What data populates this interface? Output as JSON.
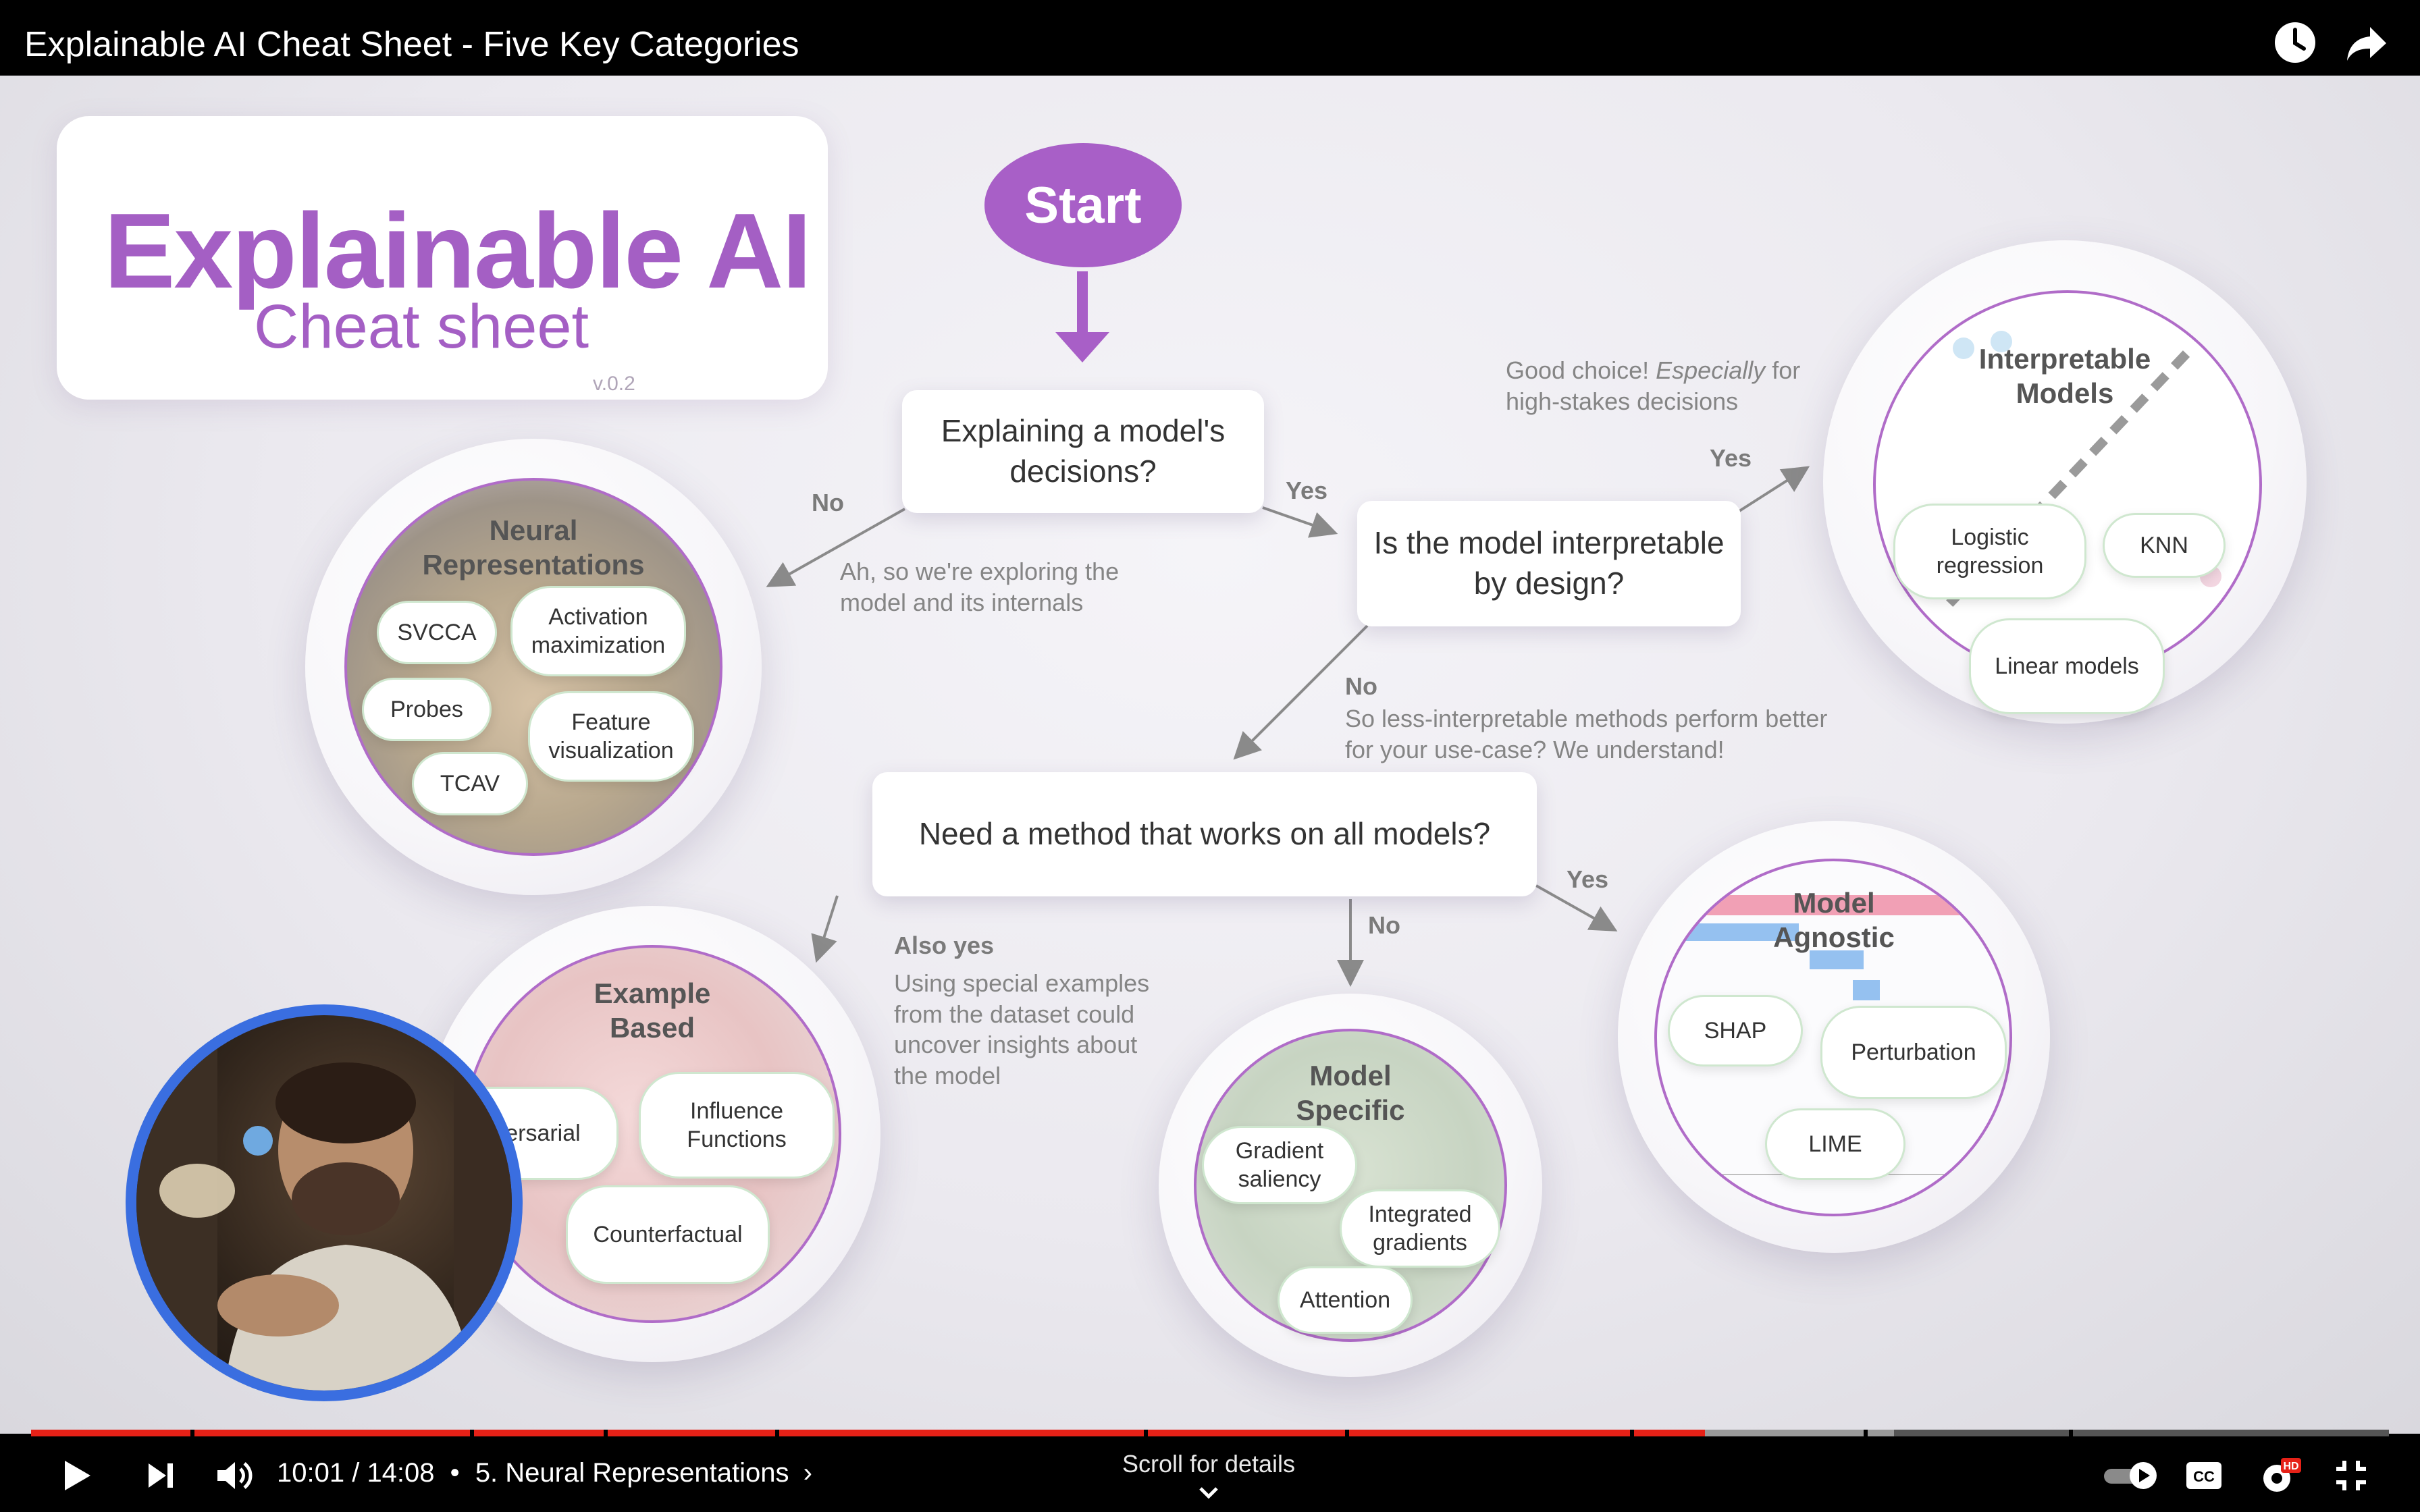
{
  "video": {
    "title": "Explainable AI Cheat Sheet - Five Key Categories",
    "current_time": "10:01",
    "duration": "14:08",
    "time_display": "10:01 / 14:08",
    "chapter": "5. Neural Representations",
    "scroll_hint": "Scroll for details",
    "progress_fraction": 0.71,
    "buffered_fraction": 0.79,
    "icons": {
      "watch_later": "clock-icon",
      "share": "share-icon",
      "play": "play-icon",
      "next": "next-icon",
      "volume": "volume-icon",
      "autoplay": "autoplay-toggle-icon",
      "captions": "cc-icon",
      "settings": "gear-icon",
      "fullscreen_exit": "exit-fullscreen-icon"
    },
    "colors": {
      "progress": "#e62117",
      "accent": "#a85fc7"
    }
  },
  "slide": {
    "logo": {
      "title": "Explainable AI",
      "subtitle": "Cheat sheet",
      "version": "v.0.2"
    },
    "start": "Start",
    "q1": "Explaining a model's decisions?",
    "q2": "Is the model interpretable by design?",
    "q3": "Need a method that works on all models?",
    "labels": {
      "no1": "No",
      "yes1": "Yes",
      "yes2": "Yes",
      "no2": "No",
      "yes3": "Yes",
      "no3": "No",
      "also_yes": "Also yes"
    },
    "notes": {
      "internals": "Ah, so we're exploring the\nmodel and its internals",
      "good_choice_a": "Good choice! ",
      "good_choice_em": "Especially",
      "good_choice_b": " for\nhigh-stakes decisions",
      "less_interpretable": "So less-interpretable methods perform better\nfor your use-case? We understand!",
      "examples": "Using special examples\nfrom the dataset could\nuncover insights about\nthe model"
    },
    "circles": {
      "neural": {
        "title": "Neural\nRepresentations",
        "items": [
          "SVCCA",
          "Activation\nmaximization",
          "Probes",
          "Feature\nvisualization",
          "TCAV"
        ]
      },
      "interpretable": {
        "title": "Interpretable\nModels",
        "items": [
          "Logistic\nregression",
          "KNN",
          "Linear models"
        ]
      },
      "example": {
        "title": "Example\nBased",
        "items": [
          "dversarial",
          "Influence\nFunctions",
          "Counterfactual"
        ]
      },
      "specific": {
        "title": "Model\nSpecific",
        "items": [
          "Gradient\nsaliency",
          "Integrated\ngradients",
          "Attention"
        ]
      },
      "agnostic": {
        "title": "Model\nAgnostic",
        "items": [
          "SHAP",
          "Perturbation",
          "LIME"
        ]
      }
    }
  }
}
